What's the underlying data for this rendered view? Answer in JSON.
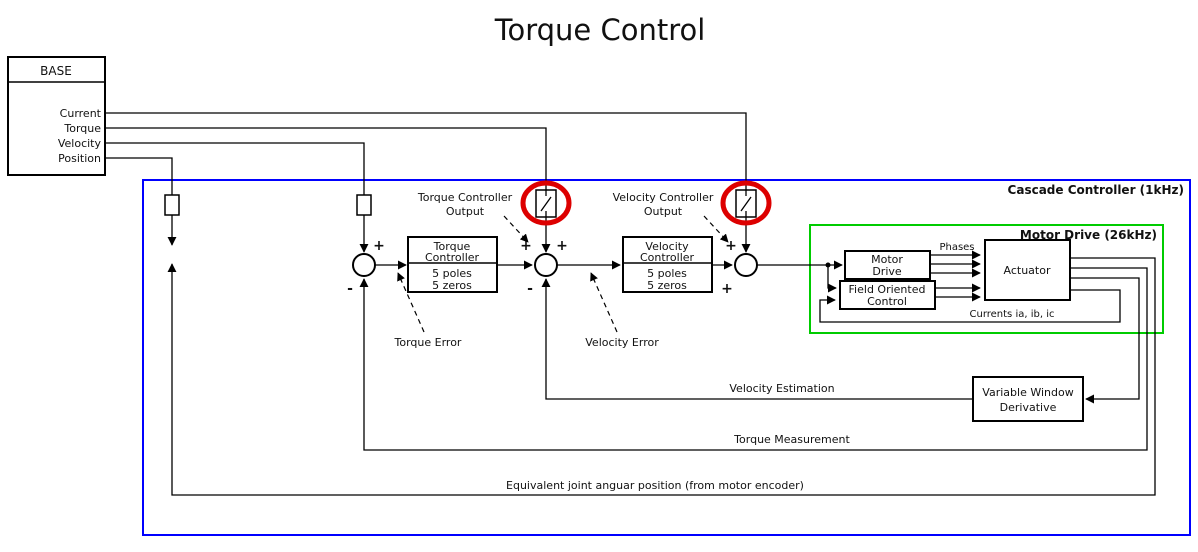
{
  "title": "Torque Control",
  "base": {
    "title": "BASE",
    "outputs": [
      "Current",
      "Torque",
      "Velocity",
      "Position"
    ]
  },
  "containers": {
    "cascade": {
      "label": "Cascade Controller (1kHz)",
      "color": "#0000ff"
    },
    "motor_drive": {
      "label": "Motor Drive (26kHz)",
      "color": "#00cc00"
    }
  },
  "highlight": {
    "color": "#dd0000"
  },
  "blocks": {
    "torque_controller": {
      "name1": "Torque",
      "name2": "Controller",
      "detail1": "5 poles",
      "detail2": "5 zeros"
    },
    "velocity_controller": {
      "name1": "Velocity",
      "name2": "Controller",
      "detail1": "5 poles",
      "detail2": "5 zeros"
    },
    "motor_drive": {
      "name1": "Motor",
      "name2": "Drive"
    },
    "field_oriented_control": {
      "name1": "Field Oriented",
      "name2": "Control"
    },
    "actuator": {
      "label": "Actuator"
    },
    "variable_window_derivative": {
      "name1": "Variable Window",
      "name2": "Derivative"
    }
  },
  "labels": {
    "torque_controller_output1": "Torque Controller",
    "torque_controller_output2": "Output",
    "velocity_controller_output1": "Velocity Controller",
    "velocity_controller_output2": "Output",
    "torque_error": "Torque Error",
    "velocity_error": "Velocity Error",
    "phases": "Phases",
    "currents": "Currents ia, ib, ic",
    "velocity_estimation": "Velocity Estimation",
    "torque_measurement": "Torque Measurement",
    "equivalent_position": "Equivalent joint anguar position (from motor encoder)"
  },
  "signs": {
    "plus": "+",
    "minus": "-"
  }
}
